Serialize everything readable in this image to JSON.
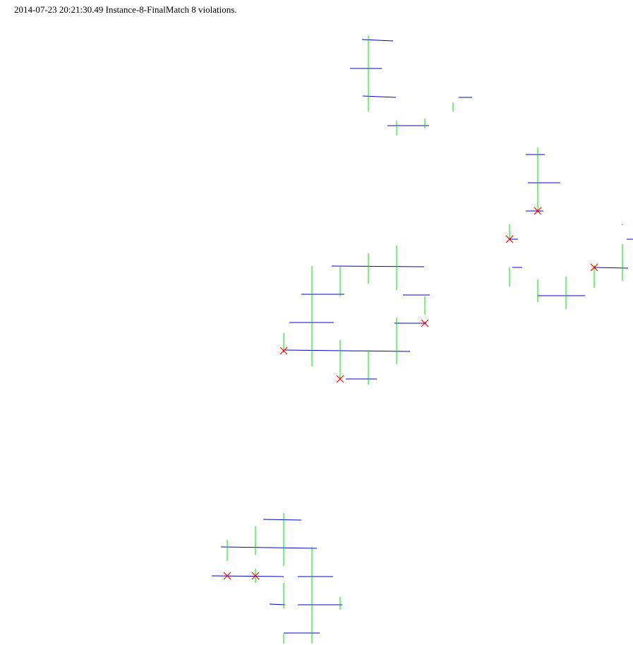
{
  "header": {
    "timestamp": "2014-07-23 20:21:30.49",
    "instance": "Instance-8-FinalMatch",
    "violations_text": "8 violations."
  },
  "legend_colors": {
    "horizontal": "#0000cc",
    "vertical": "#00dd00",
    "violation": "#ff0000"
  }
}
